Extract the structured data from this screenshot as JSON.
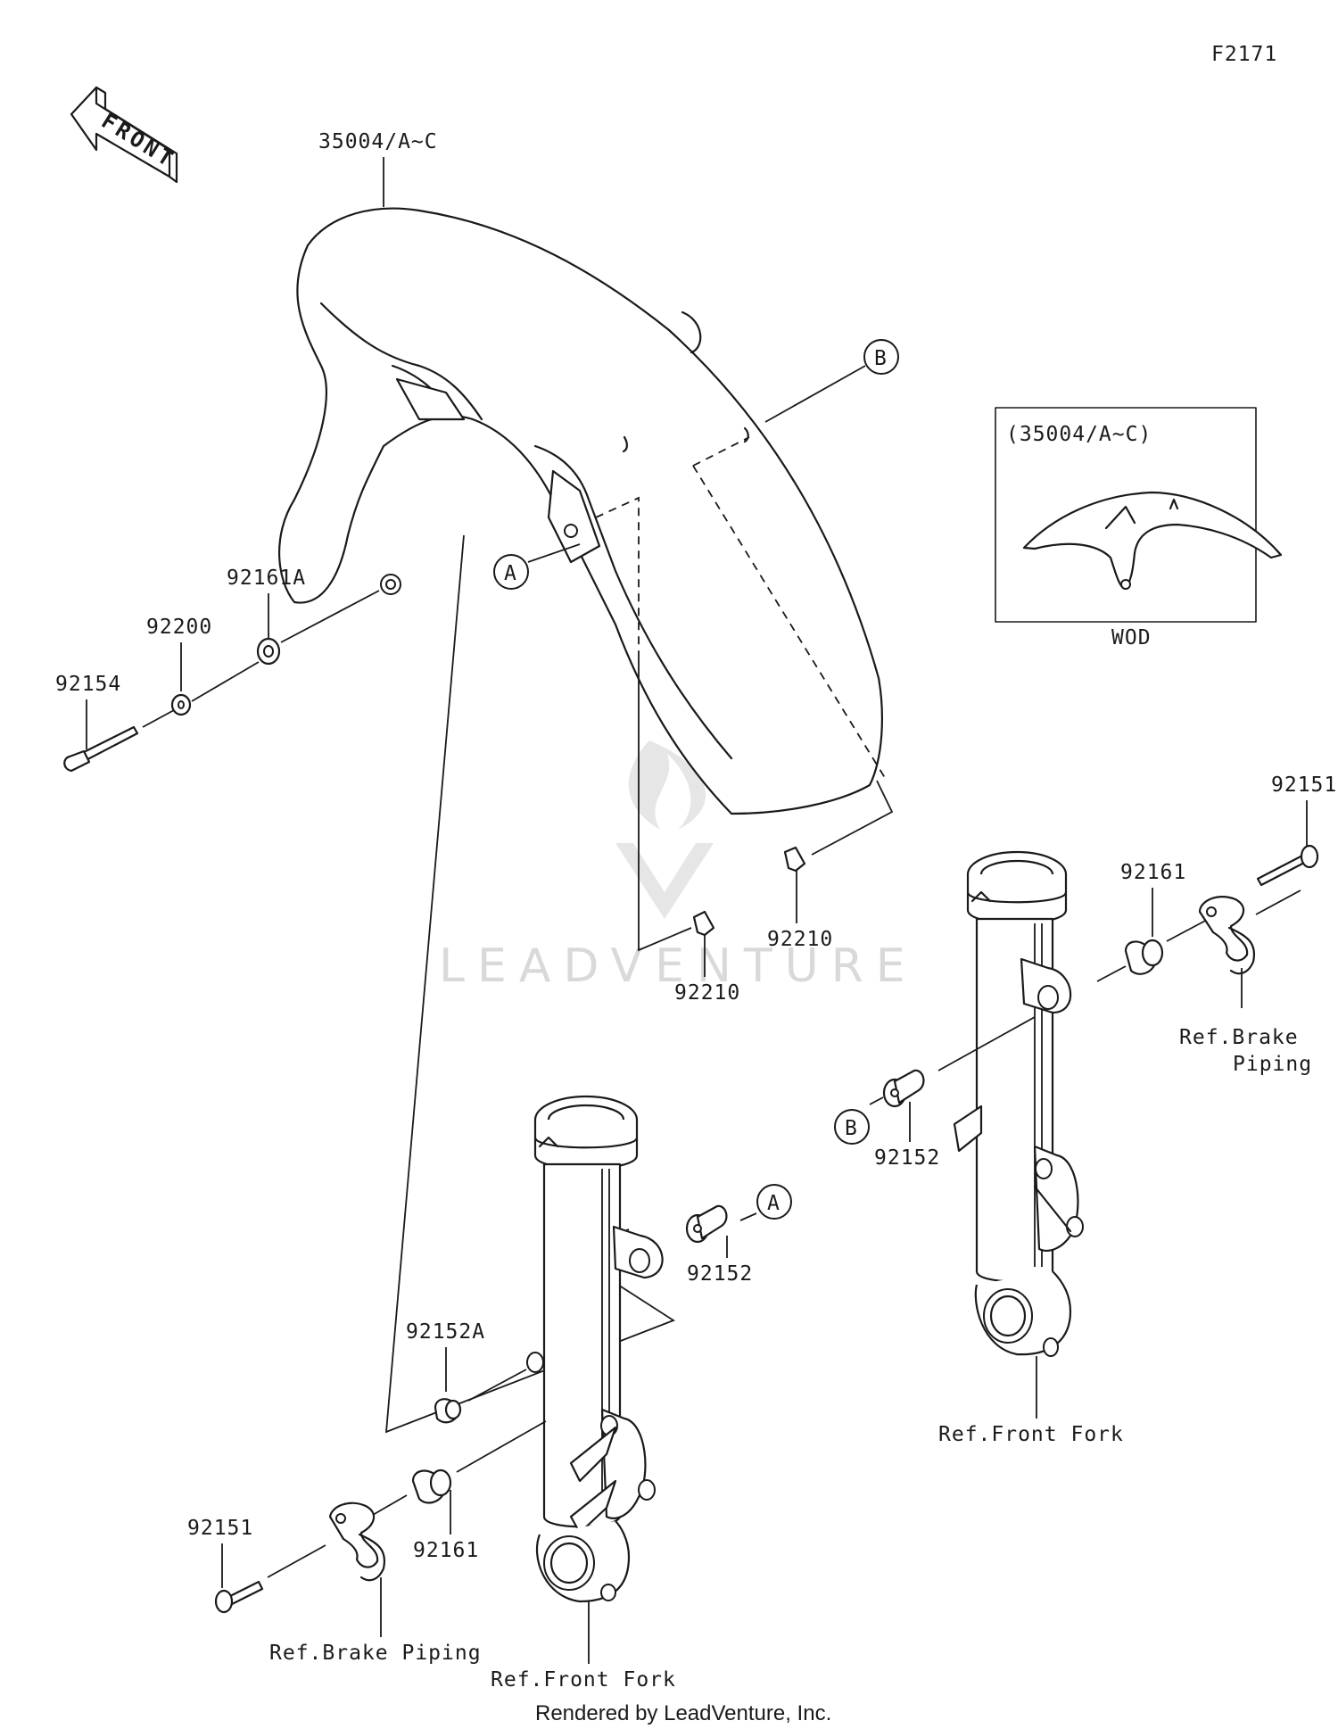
{
  "diagram_code": "F2171",
  "front_arrow_label": "FRONT",
  "callouts": {
    "fender": "35004/A~C",
    "bolt_left": "92154",
    "washer_left": "92200",
    "grommet_left": "92161A",
    "nut_center": "92210",
    "nut_right": "92210",
    "bolt_right_top": "92151",
    "grommet_right": "92161",
    "collar_right": "92152",
    "collar_left": "92152",
    "grommet_fork": "92152A",
    "grommet_lower": "92161",
    "bolt_left_bottom": "92151"
  },
  "reference_letters": {
    "a1": "A",
    "a2": "A",
    "b1": "B",
    "b2": "B"
  },
  "refs": {
    "brake_piping_right_line1": "Ref.Brake",
    "brake_piping_right_line2": "Piping",
    "front_fork_right": "Ref.Front Fork",
    "brake_piping_left": "Ref.Brake Piping",
    "front_fork_left": "Ref.Front Fork"
  },
  "inset": {
    "title": "(35004/A~C)",
    "caption": "WOD"
  },
  "watermark": "LEADVENTURE",
  "footer": "Rendered by LeadVenture, Inc."
}
